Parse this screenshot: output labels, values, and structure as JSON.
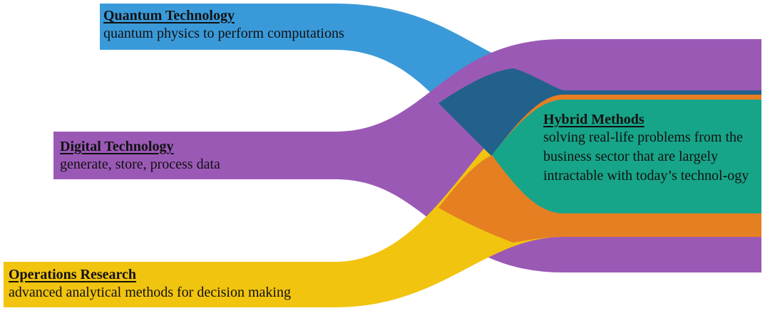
{
  "colors": {
    "quantum": "#3a9ad9",
    "digital": "#9b59b6",
    "operations": "#f1c40f",
    "overlap_quantum_digital": "#21618c",
    "overlap_digital_operations": "#e67e22",
    "overlap_all": "#17a589"
  },
  "inputs": {
    "quantum": {
      "title": "Quantum Technology",
      "description": "quantum physics to perform computations"
    },
    "digital": {
      "title": "Digital Technology",
      "description": "generate, store, process data"
    },
    "operations": {
      "title": "Operations Research",
      "description": "advanced analytical methods for decision making"
    }
  },
  "output": {
    "hybrid": {
      "title": "Hybrid Methods",
      "description": "solving real-life problems from the business sector that are largely intractable with today’s technol-ogy"
    }
  }
}
